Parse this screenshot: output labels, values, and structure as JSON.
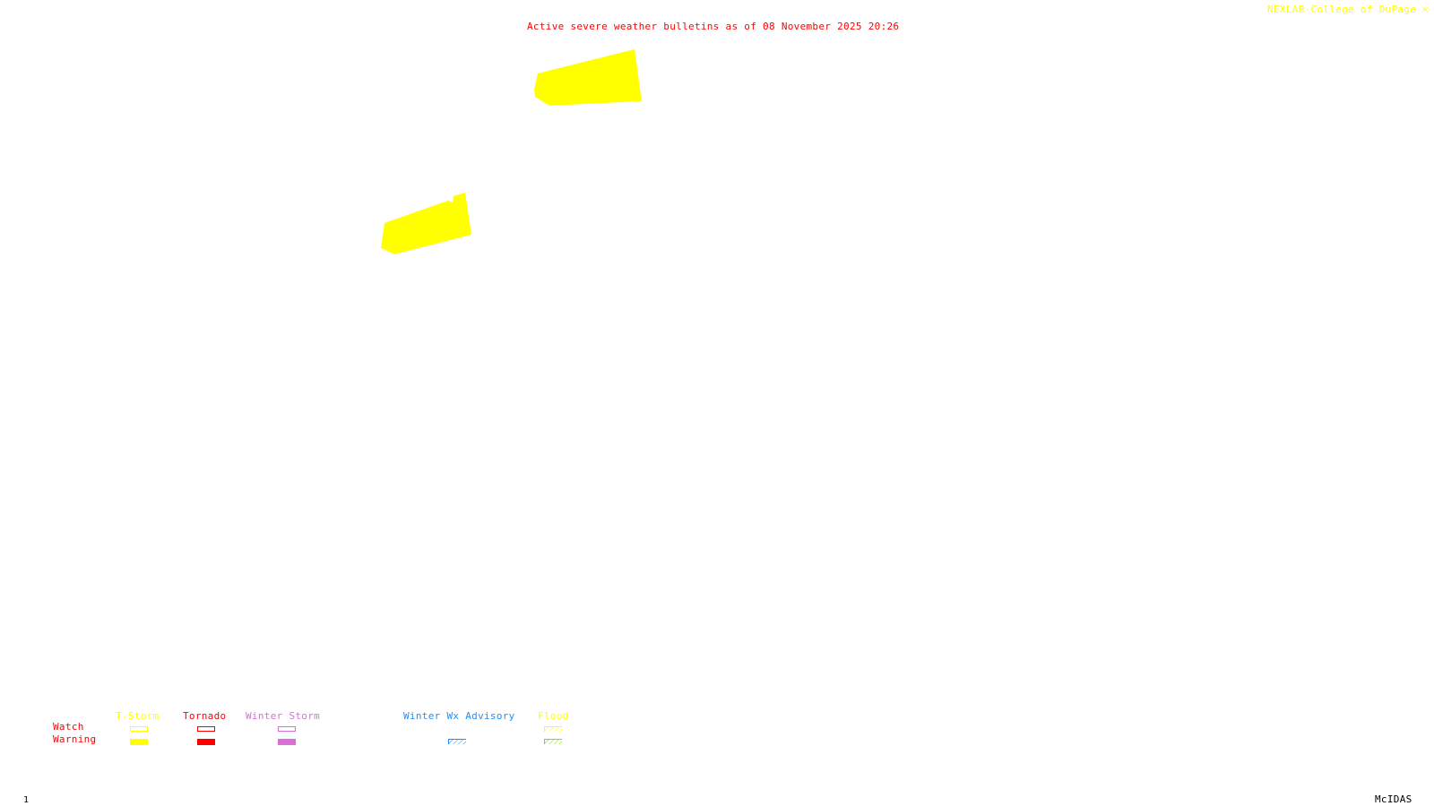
{
  "title": "Active severe weather bulletins as of 08 November 2025 20:26",
  "credit": "NEXLAB-College of DuPage",
  "credit_icon": "cursor-arrow-icon",
  "frame_number": "1",
  "software_label": "McIDAS",
  "colors": {
    "title": "#ff0000",
    "credit": "#ffff00",
    "tstorm": "#ffff00",
    "tornado": "#ff0000",
    "winter_storm": "#da70d6",
    "winter_wx_advisory": "#1e90ff",
    "flood_watch": "#ffff00",
    "flood_warning": "#7fdf00"
  },
  "active_bulletins": [
    {
      "type": "T-Storm Warning",
      "color": "#ffff00"
    },
    {
      "type": "T-Storm Warning",
      "color": "#ffff00"
    }
  ],
  "legend": {
    "row_labels": {
      "watch": "Watch",
      "warning": "Warning"
    },
    "categories": [
      {
        "name": "T-Storm",
        "watch": "outline",
        "warning": "solid"
      },
      {
        "name": "Tornado",
        "watch": "outline",
        "warning": "solid"
      },
      {
        "name": "Winter Storm",
        "watch": "outline",
        "warning": "solid"
      },
      {
        "name": "Winter Wx Advisory",
        "watch": null,
        "warning": "hatched"
      },
      {
        "name": "Flood",
        "watch": "hatched",
        "warning": "hatched"
      }
    ]
  }
}
